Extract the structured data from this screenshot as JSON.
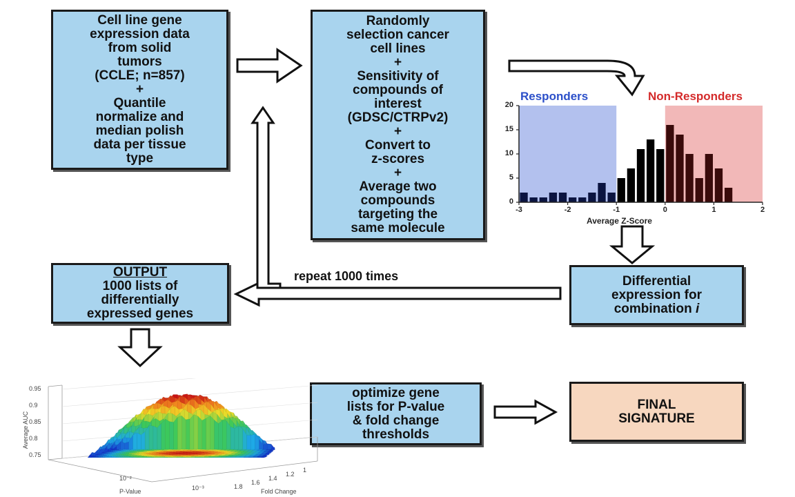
{
  "box_ccle": {
    "lines": [
      "Cell line gene",
      "expression data",
      "from solid",
      "tumors",
      "(CCLE; n=857)",
      "+",
      "Quantile",
      "normalize and",
      "median polish",
      "data per tissue",
      "type"
    ]
  },
  "box_random": {
    "lines": [
      "Randomly",
      "selection cancer",
      "cell lines",
      "+",
      "Sensitivity of",
      "compounds of",
      "interest",
      "(GDSC/CTRPv2)",
      "+",
      "Convert to",
      "z-scores",
      "+",
      "Average two",
      "compounds",
      "targeting the",
      "same molecule"
    ]
  },
  "box_output": {
    "title": "OUTPUT",
    "lines": [
      "1000 lists of",
      "differentially",
      "expressed genes"
    ]
  },
  "box_differential": {
    "lines": [
      "Differential",
      "expression for"
    ],
    "last_line_prefix": "combination ",
    "last_line_italic": "i"
  },
  "box_optimize": {
    "lines": [
      "optimize gene",
      "lists for P-value",
      "& fold change",
      "thresholds"
    ]
  },
  "box_final": {
    "lines": [
      "FINAL",
      "SIGNATURE"
    ]
  },
  "repeat_label": "repeat 1000 times",
  "colors": {
    "box_blue": "#a9d4ee",
    "box_peach": "#f7d7bf",
    "responders_text": "#2b4fc9",
    "non_responders_text": "#d42a2a",
    "responders_shade": "#b3c1ee",
    "non_responders_shade": "#f2b8b8",
    "bar_responders": "#0b1440",
    "bar_middle": "#000000",
    "bar_non_responders": "#3a0a0a"
  },
  "chart_data": [
    {
      "type": "bar",
      "title": "",
      "xlabel": "Average Z-Score",
      "ylabel": "",
      "xlim": [
        -3,
        2
      ],
      "ylim": [
        0,
        20
      ],
      "x_ticks": [
        "-3",
        "-2",
        "-1",
        "0",
        "1",
        "2"
      ],
      "y_ticks": [
        "0",
        "5",
        "10",
        "15",
        "20"
      ],
      "bin_width": 0.2,
      "bins": [
        {
          "x": -3.0,
          "value": 2
        },
        {
          "x": -2.8,
          "value": 1
        },
        {
          "x": -2.6,
          "value": 1
        },
        {
          "x": -2.4,
          "value": 2
        },
        {
          "x": -2.2,
          "value": 2
        },
        {
          "x": -2.0,
          "value": 1
        },
        {
          "x": -1.8,
          "value": 1
        },
        {
          "x": -1.6,
          "value": 2
        },
        {
          "x": -1.4,
          "value": 4
        },
        {
          "x": -1.2,
          "value": 2
        },
        {
          "x": -1.0,
          "value": 5
        },
        {
          "x": -0.8,
          "value": 7
        },
        {
          "x": -0.6,
          "value": 11
        },
        {
          "x": -0.4,
          "value": 13
        },
        {
          "x": -0.2,
          "value": 11
        },
        {
          "x": 0.0,
          "value": 16
        },
        {
          "x": 0.2,
          "value": 14
        },
        {
          "x": 0.4,
          "value": 10
        },
        {
          "x": 0.6,
          "value": 5
        },
        {
          "x": 0.8,
          "value": 10
        },
        {
          "x": 1.0,
          "value": 7
        },
        {
          "x": 1.2,
          "value": 3
        }
      ],
      "regions": [
        {
          "label": "Responders",
          "from": -3,
          "to": -1
        },
        {
          "label": "Non-Responders",
          "from": 0,
          "to": 2
        }
      ]
    },
    {
      "type": "surface",
      "zlabel": "Average AUC",
      "xlabel": "P-Value",
      "ylabel": "Fold Change",
      "z_ticks": [
        "0.75",
        "0.8",
        "0.85",
        "0.9",
        "0.95"
      ],
      "fold_ticks": [
        "1.8",
        "1.6",
        "1.4",
        "1.2",
        "1"
      ],
      "p_ticks": [
        "10⁻²",
        "10⁻³"
      ]
    }
  ]
}
